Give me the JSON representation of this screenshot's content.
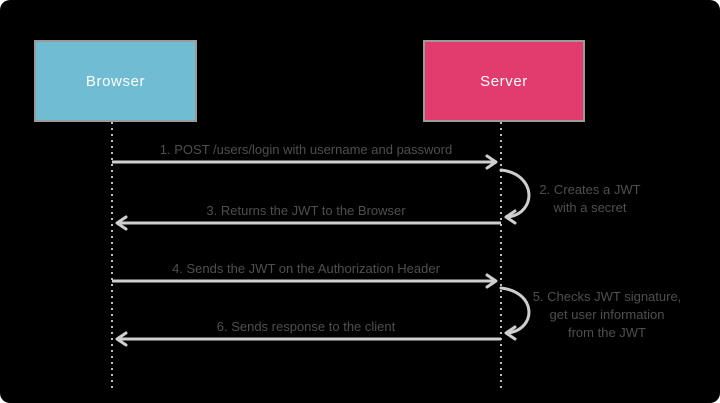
{
  "diagram": {
    "type": "sequence",
    "actors": [
      {
        "id": "browser",
        "label": "Browser"
      },
      {
        "id": "server",
        "label": "Server"
      }
    ],
    "messages": [
      {
        "label": "1. POST /users/login with username and password",
        "direction": "right"
      },
      {
        "label": "3. Returns the JWT to the Browser",
        "direction": "left"
      },
      {
        "label": "4. Sends the JWT on the Authorization Header",
        "direction": "right"
      },
      {
        "label": "6. Sends response to the client",
        "direction": "left"
      }
    ],
    "server_notes": [
      {
        "lines": [
          "2. Creates a JWT",
          "with a secret"
        ]
      },
      {
        "lines": [
          "5. Checks JWT signature,",
          "get user information",
          "from the JWT"
        ]
      }
    ],
    "colors": {
      "browser_fill": "#6fbcd3",
      "server_fill": "#e23b6e",
      "box_border": "#9b9b9b",
      "box_text": "#ffffff",
      "line": "#cfcfcf",
      "lifeline": "#bdbdbd",
      "text": "#4f4f4f",
      "canvas_bg": "#000000",
      "page_bg": "#ffffff"
    }
  }
}
